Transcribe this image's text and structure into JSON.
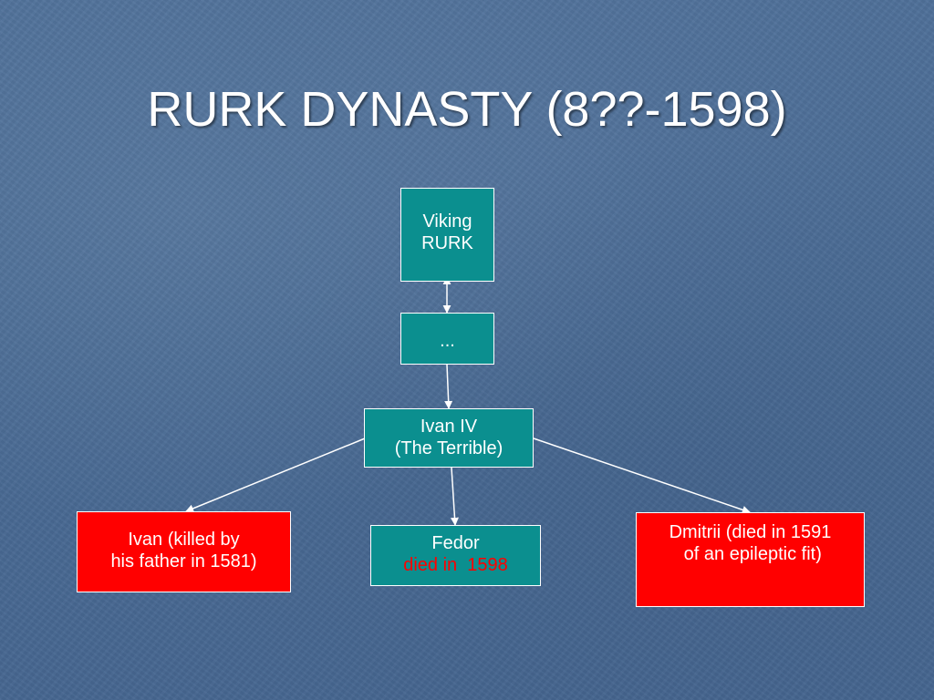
{
  "slide": {
    "title": "RURK DYNASTY (8??-1598)"
  },
  "tree": {
    "root": {
      "line1": "Viking",
      "line2": "RURK"
    },
    "middle": {
      "line1": "..."
    },
    "ivan_iv": {
      "line1": "Ivan IV",
      "line2": "(The Terrible)"
    },
    "ivan_son": {
      "line1": "Ivan (killed by",
      "line2": "his father in 1581)"
    },
    "fedor": {
      "line1": "Fedor",
      "line2": "died in  1598"
    },
    "dmitrii": {
      "line1": "Dmitrii (died in 1591",
      "line2": " of an epileptic fit)"
    }
  },
  "colors": {
    "node_teal": "#0b8f8f",
    "node_red": "#ff0000",
    "connector": "#ffffff",
    "highlight_text": "#ff0000"
  }
}
